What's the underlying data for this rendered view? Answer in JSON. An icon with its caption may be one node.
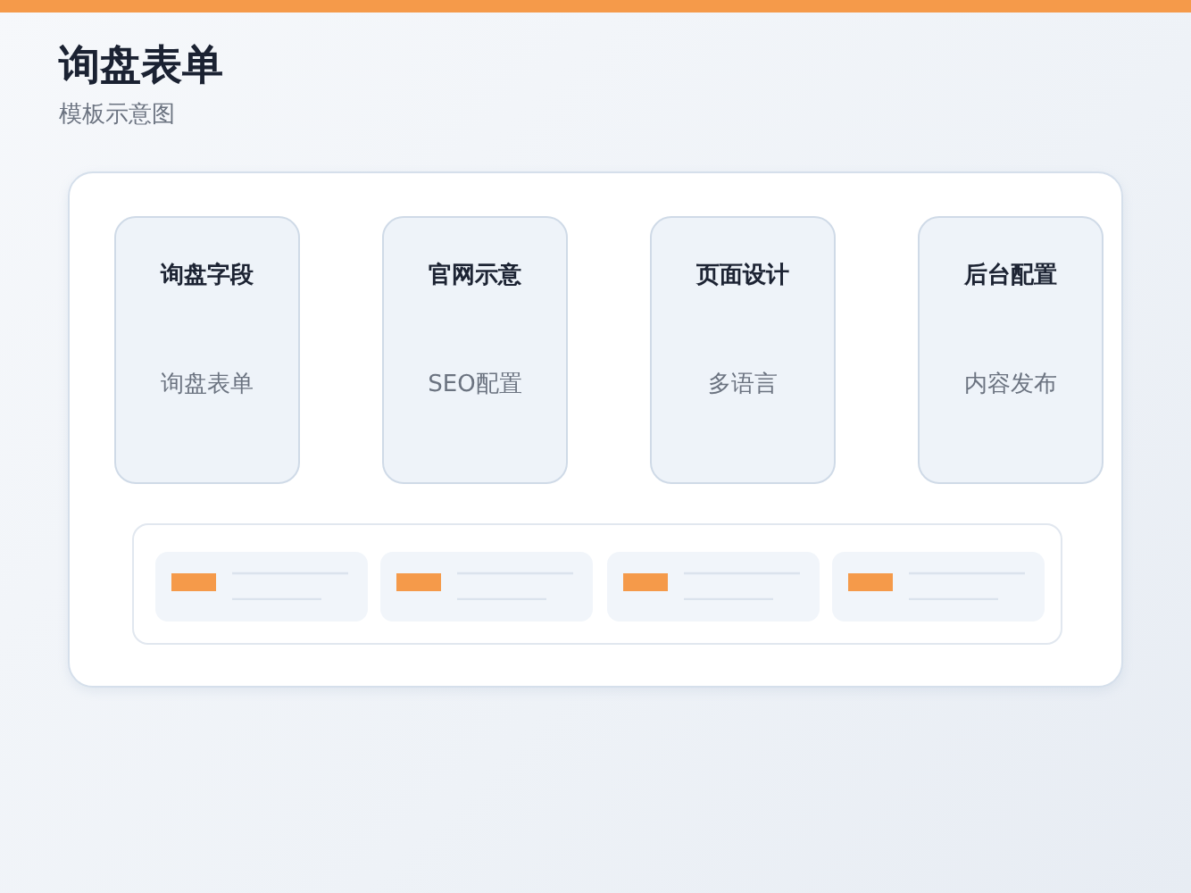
{
  "diagram": {
    "title": "询盘表单",
    "nodes": [
      {
        "text": [],
        "shape": "box"
      },
      {
        "text": [
          "询盘字段",
          "询盘表单"
        ],
        "in": 0
      },
      {
        "text": [
          "官网示意",
          "SEO配置"
        ],
        "in": 0
      },
      {
        "text": [
          "页面设计",
          "多语言"
        ],
        "in": 0
      },
      {
        "text": [
          "后台配置",
          "内容发布"
        ],
        "in": 0
      },
      {
        "text": [],
        "shape": "box",
        "in": 0
      },
      {
        "text": [],
        "shape": "box",
        "in": 5
      },
      {
        "text": [],
        "shape": "box",
        "in": 5
      },
      {
        "text": [],
        "shape": "box",
        "in": 5
      },
      {
        "text": [],
        "shape": "box",
        "in": 5
      }
    ],
    "edges": [],
    "labels": [
      "模板示意图"
    ]
  }
}
